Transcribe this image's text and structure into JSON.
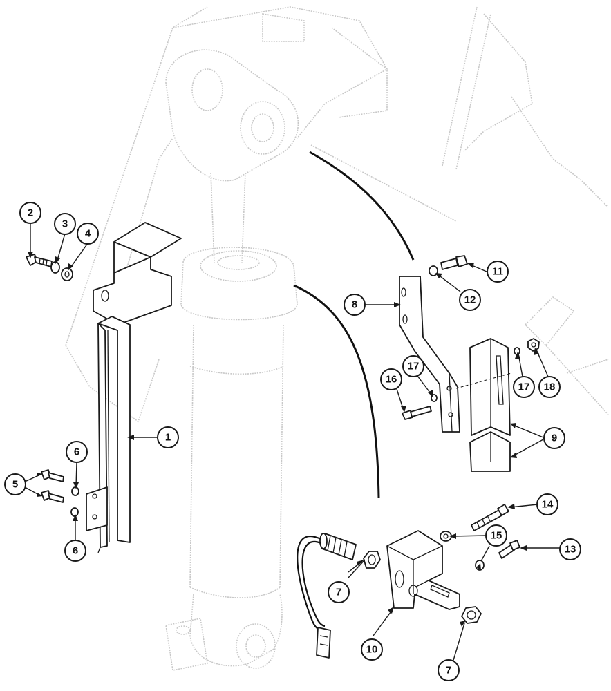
{
  "callouts": [
    {
      "id": "c1",
      "label": "1"
    },
    {
      "id": "c2",
      "label": "2"
    },
    {
      "id": "c3",
      "label": "3"
    },
    {
      "id": "c4",
      "label": "4"
    },
    {
      "id": "c5",
      "label": "5"
    },
    {
      "id": "c6a",
      "label": "6"
    },
    {
      "id": "c6b",
      "label": "6"
    },
    {
      "id": "c7a",
      "label": "7"
    },
    {
      "id": "c7b",
      "label": "7"
    },
    {
      "id": "c8",
      "label": "8"
    },
    {
      "id": "c9",
      "label": "9"
    },
    {
      "id": "c10",
      "label": "10"
    },
    {
      "id": "c11",
      "label": "11"
    },
    {
      "id": "c12",
      "label": "12"
    },
    {
      "id": "c13",
      "label": "13"
    },
    {
      "id": "c14",
      "label": "14"
    },
    {
      "id": "c15",
      "label": "15"
    },
    {
      "id": "c16",
      "label": "16"
    },
    {
      "id": "c17a",
      "label": "17"
    },
    {
      "id": "c17b",
      "label": "17"
    },
    {
      "id": "c18",
      "label": "18"
    }
  ]
}
